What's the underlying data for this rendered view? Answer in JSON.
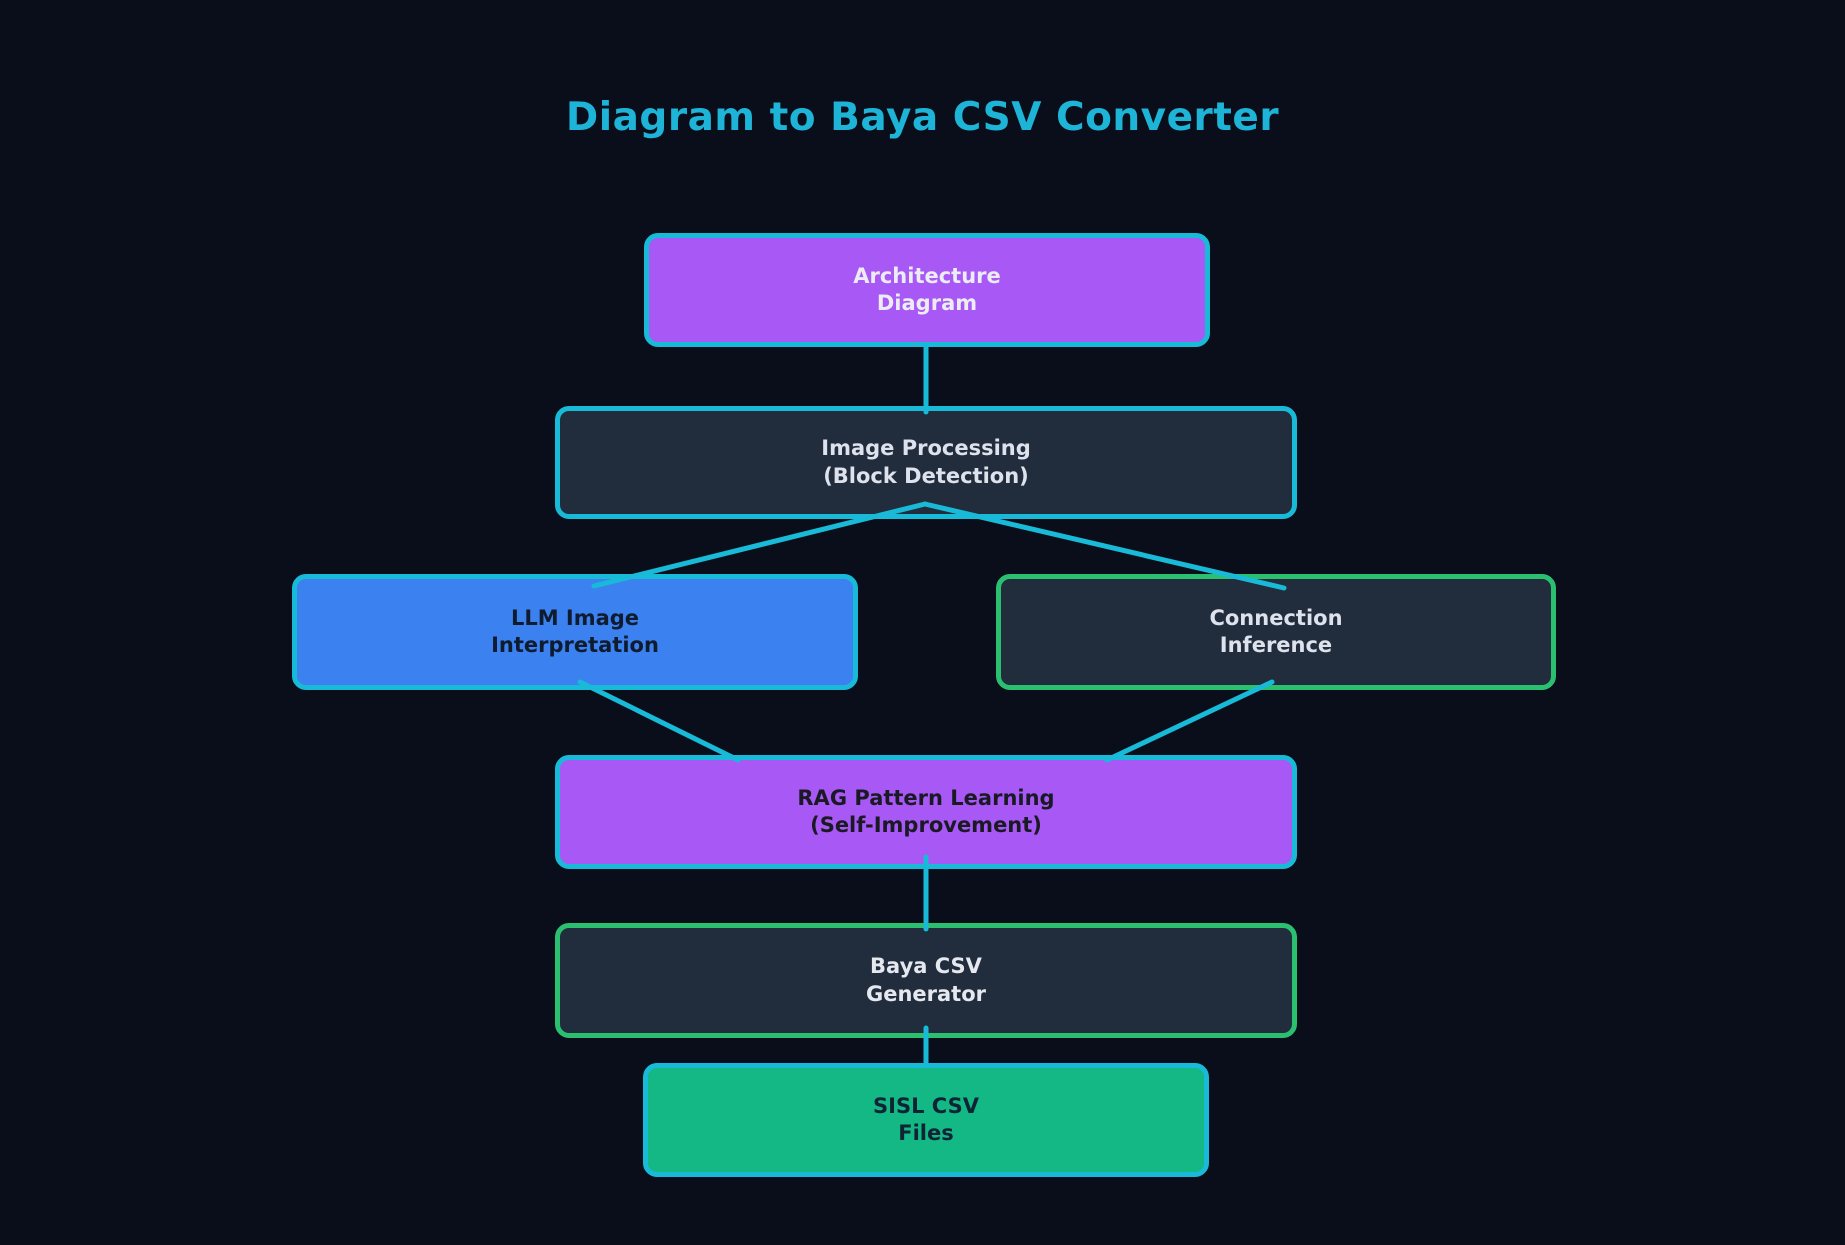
{
  "title": "Diagram to Baya CSV Converter",
  "colors": {
    "background": "#0a0e1a",
    "title": "#1db4d8",
    "connector": "#18bad8",
    "cyan_border": "#18bad8",
    "green_border": "#2bbf70",
    "purple_fill": "#a858f5",
    "blue_fill": "#3b81f0",
    "green_fill": "#13b884",
    "dark_fill": "#212c3c"
  },
  "nodes": [
    {
      "id": "architecture-diagram",
      "line1": "Architecture",
      "line2": "Diagram",
      "fill": "#a858f5",
      "border": "#18bad8",
      "text_color": "#ececf4"
    },
    {
      "id": "image-processing",
      "line1": "Image Processing",
      "line2": "(Block Detection)",
      "fill": "#212c3c",
      "border": "#18bad8",
      "text_color": "#dde2ec"
    },
    {
      "id": "llm-image-interpretation",
      "line1": "LLM Image",
      "line2": "Interpretation",
      "fill": "#3b81f0",
      "border": "#18bad8",
      "text_color": "#0f1b2e"
    },
    {
      "id": "connection-inference",
      "line1": "Connection",
      "line2": "Inference",
      "fill": "#212c3c",
      "border": "#2bbf70",
      "text_color": "#dde2ec"
    },
    {
      "id": "rag-pattern-learning",
      "line1": "RAG Pattern Learning",
      "line2": "(Self-Improvement)",
      "fill": "#a858f5",
      "border": "#18bad8",
      "text_color": "#1a1a24"
    },
    {
      "id": "baya-csv-generator",
      "line1": "Baya CSV",
      "line2": "Generator",
      "fill": "#212c3c",
      "border": "#2bbf70",
      "text_color": "#e5e8ef"
    },
    {
      "id": "sisl-csv-files",
      "line1": "SISL CSV",
      "line2": "Files",
      "fill": "#13b884",
      "border": "#18bad8",
      "text_color": "#0e2334"
    }
  ]
}
